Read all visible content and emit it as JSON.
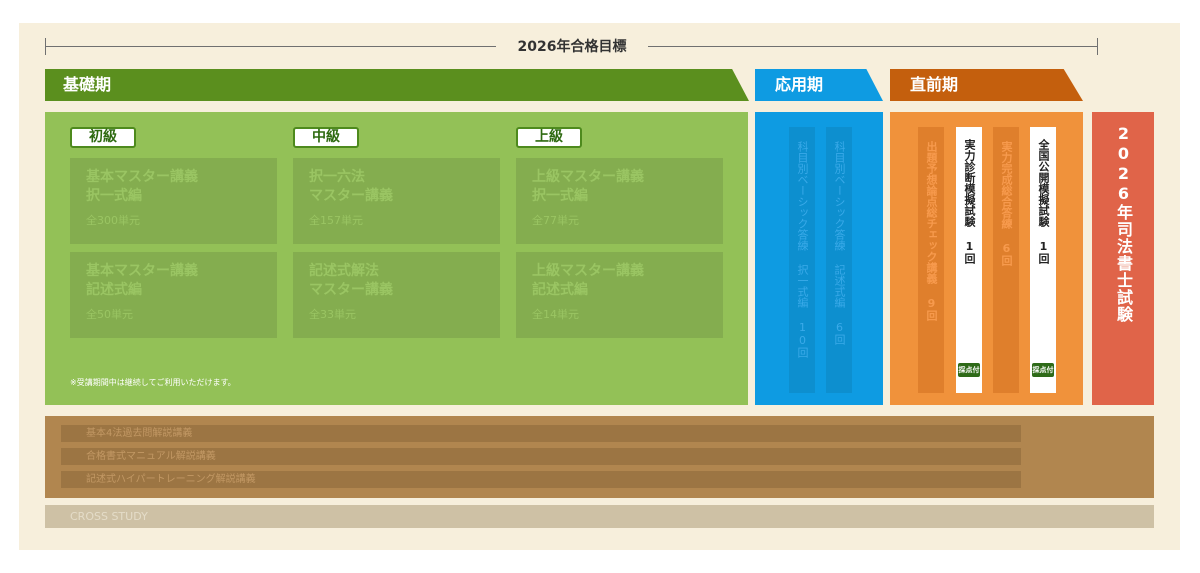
{
  "target": {
    "label": "2026年合格目標"
  },
  "phases": {
    "kiso": {
      "label": "基礎期"
    },
    "oyo": {
      "label": "応用期"
    },
    "chokuzen": {
      "label": "直前期"
    }
  },
  "levels": [
    {
      "badge": "初級",
      "courses": [
        {
          "title1": "基本マスター講義",
          "title2": "択一式編",
          "units": "全300単元"
        },
        {
          "title1": "基本マスター講義",
          "title2": "記述式編",
          "units": "全50単元"
        }
      ]
    },
    {
      "badge": "中級",
      "courses": [
        {
          "title1": "択一六法",
          "title2": "マスター講義",
          "units": "全157単元"
        },
        {
          "title1": "記述式解法",
          "title2": "マスター講義",
          "units": "全33単元"
        }
      ]
    },
    {
      "badge": "上級",
      "courses": [
        {
          "title1": "上級マスター講義",
          "title2": "択一式編",
          "units": "全77単元"
        },
        {
          "title1": "上級マスター講義",
          "title2": "記述式編",
          "units": "全14単元"
        }
      ]
    }
  ],
  "kiso_note": "※受講期間中は継続してご利用いただけます。",
  "oyo_columns": [
    "科目別ベーシック答練 択一式編 10回",
    "科目別ベーシック答練 記述式編 6回"
  ],
  "chokuzen_columns": {
    "col1": "出題予想論点総チェック講義 9回",
    "col2": "実力診断模擬試験 1回",
    "col3": "実力完成総合答練 6回",
    "col4": "全国公開模擬試験 1回",
    "score_badge": "採点付"
  },
  "exam": {
    "label": "2026年司法書士試験"
  },
  "lectures": [
    "基本4法過去問解説講義",
    "合格書式マニュアル解説講義",
    "記述式ハイパートレーニング解説講義"
  ],
  "cross_study": "CROSS STUDY"
}
